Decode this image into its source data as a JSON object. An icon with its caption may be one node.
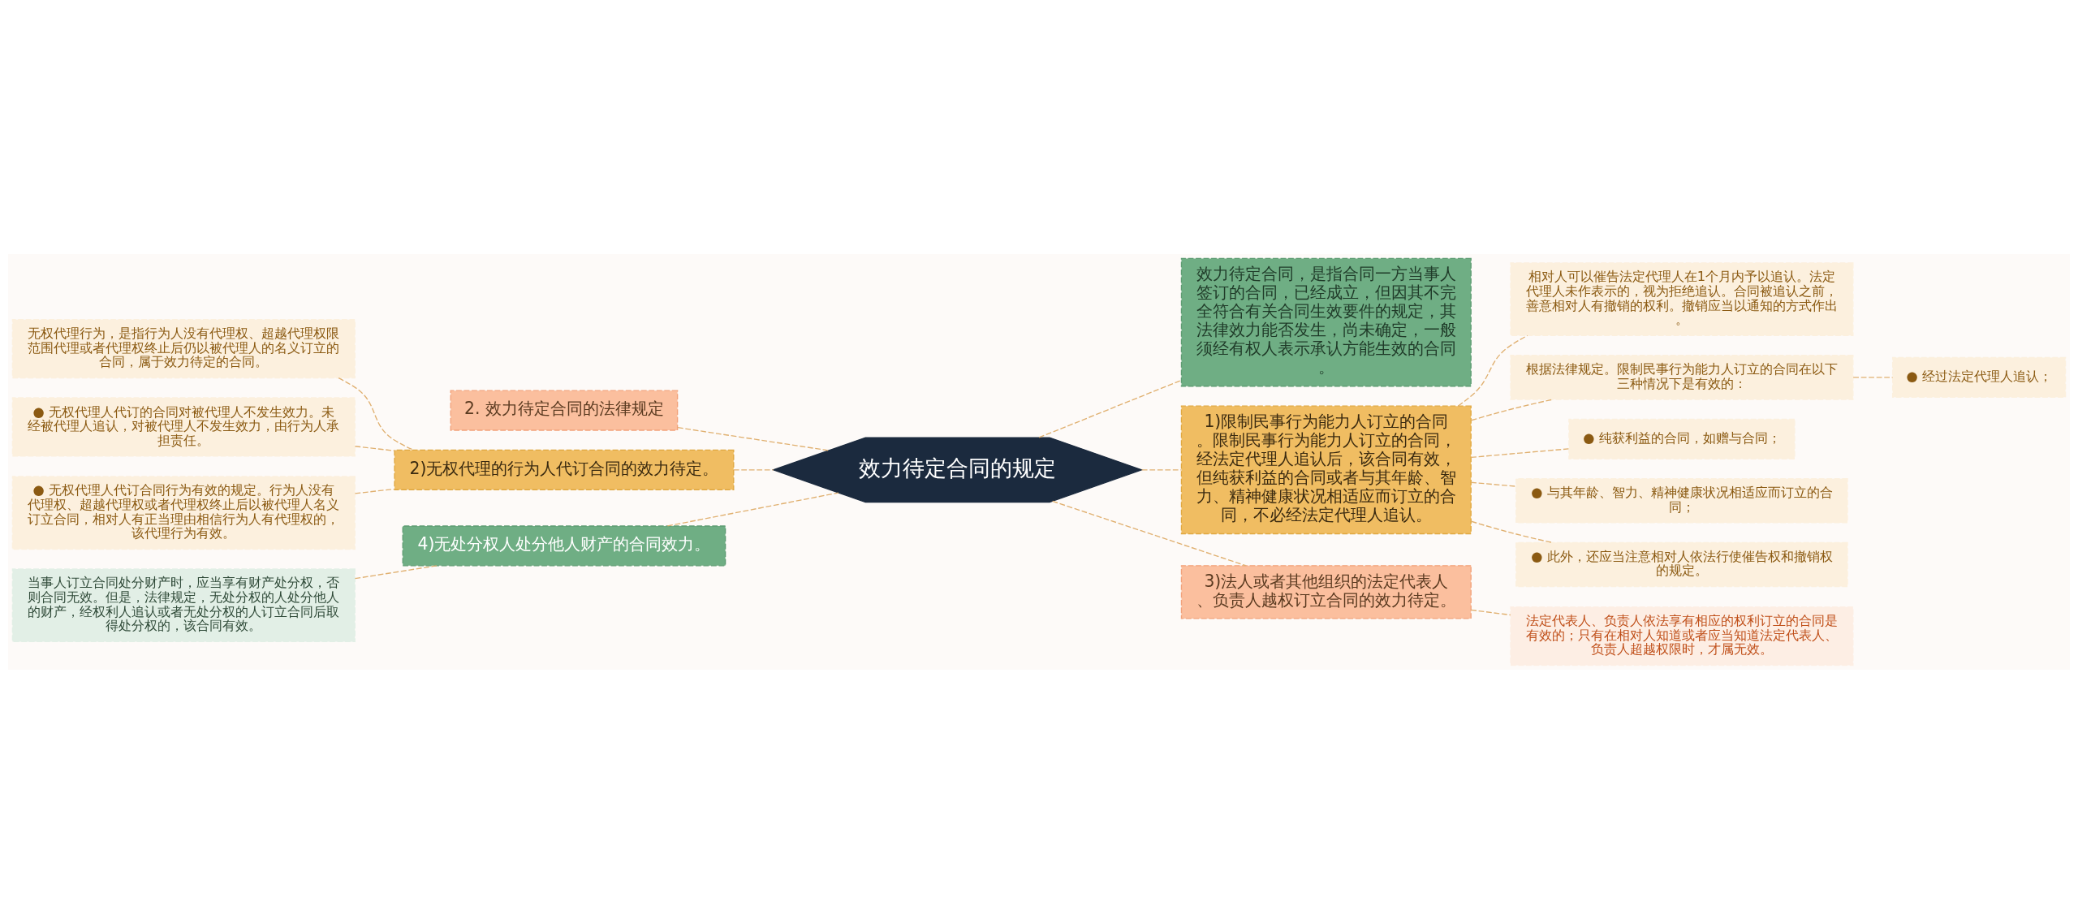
{
  "diagram": {
    "nodes": [
      {
        "text": [
          "效力待定合同的规定"
        ]
      },
      {
        "text": [
          "2. 效力待定合同的法律规定"
        ]
      },
      {
        "text": [
          "2)无权代理的行为人代订合同的效力待定。"
        ]
      },
      {
        "text": [
          "无权代理行为，是指行为人没有代理权、超越代理权限范围代理或者代理权终止后仍以被代理人的名义订立的合同，属于效力待定的合同。"
        ]
      },
      {
        "text": [
          "● 无权代理人代订的合同对被代理人不发生效力。未经被代理人追认，对被代理人不发生效力，由行为人承担责任。"
        ]
      },
      {
        "text": [
          "● 无权代理人代订合同行为有效的规定。行为人没有代理权、超越代理权或者代理权终止后以被代理人名义订立合同，相对人有正当理由相信行为人有代理权的，该代理行为有效。"
        ]
      },
      {
        "text": [
          "4)无处分权人处分他人财产的合同效力。"
        ]
      },
      {
        "text": [
          "当事人订立合同处分财产时，应当享有财产处分权，否则合同无效。但是，法律规定，无处分权的人处分他人的财产，经权利人追认或者无处分权的人订立合同后取得处分权的，该合同有效。"
        ]
      },
      {
        "text": [
          "效力待定合同，是指合同一方当事人签订的合同，已经成立，但因其不完全符合有关合同生效要件的规定，其法律效力能否发生，尚未确定，一般须经有权人表示承认方能生效的合同。"
        ]
      },
      {
        "text": [
          "1)限制民事行为能力人订立的合同。限制民事行为能力人订立的合同，经法定代理人追认后，该合同有效，但纯获利益的合同或者与其年龄、智力、精神健康状况相适应而订立的合同，不必经法定代理人追认。"
        ]
      },
      {
        "text": [
          "相对人可以催告法定代理人在1个月内予以追认。法定代理人未作表示的，视为拒绝追认。合同被追认之前，善意相对人有撤销的权利。撤销应当以通知的方式作出。"
        ]
      },
      {
        "text": [
          "根据法律规定。限制民事行为能力人订立的合同在以下三种情况下是有效的："
        ]
      },
      {
        "text": [
          "● 经过法定代理人追认；"
        ]
      },
      {
        "text": [
          "● 纯获利益的合同，如赠与合同；"
        ]
      },
      {
        "text": [
          "● 与其年龄、智力、精神健康状况相适应而订立的合同；"
        ]
      },
      {
        "text": [
          "● 此外，还应当注意相对人依法行使催告权和撤销权的规定。"
        ]
      },
      {
        "text": [
          "3)法人或者其他组织的法定代表人、负责人越权订立合同的效力待定。"
        ]
      },
      {
        "text": [
          "法定代表人、负责人依法享有相应的权利订立的合同是有效的；只有在相对人知道或者应当知道法定代表人、负责人超越权限时，才属无效。"
        ]
      }
    ],
    "edges": [
      {
        "from": 0,
        "to": 1,
        "arrow": "none",
        "style": "dashed"
      },
      {
        "from": 0,
        "to": 2,
        "arrow": "none",
        "style": "dashed"
      },
      {
        "from": 2,
        "to": 3,
        "arrow": "none",
        "style": "dashed"
      },
      {
        "from": 2,
        "to": 4,
        "arrow": "none",
        "style": "dashed"
      },
      {
        "from": 2,
        "to": 5,
        "arrow": "none",
        "style": "dashed"
      },
      {
        "from": 0,
        "to": 6,
        "arrow": "none",
        "style": "dashed"
      },
      {
        "from": 6,
        "to": 7,
        "arrow": "none",
        "style": "dashed"
      },
      {
        "from": 0,
        "to": 8,
        "arrow": "none",
        "style": "dashed"
      },
      {
        "from": 0,
        "to": 9,
        "arrow": "none",
        "style": "dashed"
      },
      {
        "from": 9,
        "to": 10,
        "arrow": "none",
        "style": "dashed"
      },
      {
        "from": 9,
        "to": 11,
        "arrow": "none",
        "style": "dashed"
      },
      {
        "from": 11,
        "to": 12,
        "arrow": "none",
        "style": "dashed"
      },
      {
        "from": 9,
        "to": 13,
        "arrow": "none",
        "style": "dashed"
      },
      {
        "from": 9,
        "to": 14,
        "arrow": "none",
        "style": "dashed"
      },
      {
        "from": 9,
        "to": 15,
        "arrow": "none",
        "style": "dashed"
      },
      {
        "from": 0,
        "to": 16,
        "arrow": "none",
        "style": "dashed"
      },
      {
        "from": 16,
        "to": 17,
        "arrow": "none",
        "style": "dashed"
      }
    ]
  }
}
